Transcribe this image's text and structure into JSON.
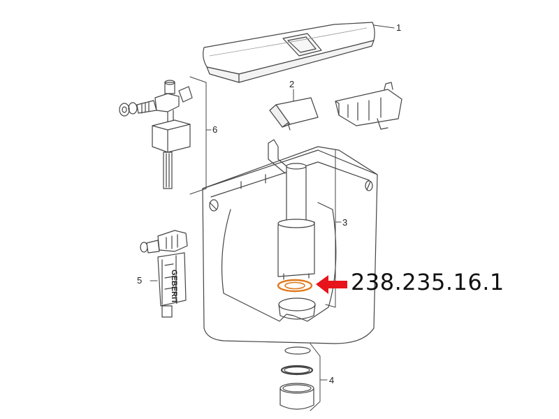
{
  "callouts": {
    "c1": "1",
    "c2": "2",
    "c3": "3",
    "c4": "4",
    "c5": "5",
    "c6": "6"
  },
  "part_number": "238.235.16.1",
  "brand": "GEBERIT",
  "colors": {
    "highlight_ring": "#e07a1e",
    "arrow": "#e8141b",
    "line": "#444444"
  }
}
